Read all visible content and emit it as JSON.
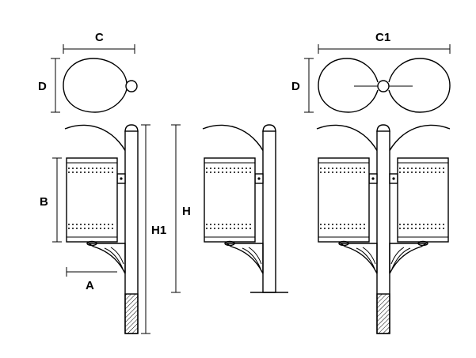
{
  "labels": {
    "c": "C",
    "d_left": "D",
    "c1": "C1",
    "d_right": "D",
    "b": "B",
    "a": "A",
    "h1": "H1",
    "h": "H"
  },
  "colors": {
    "line": "#000000",
    "background": "#ffffff"
  }
}
